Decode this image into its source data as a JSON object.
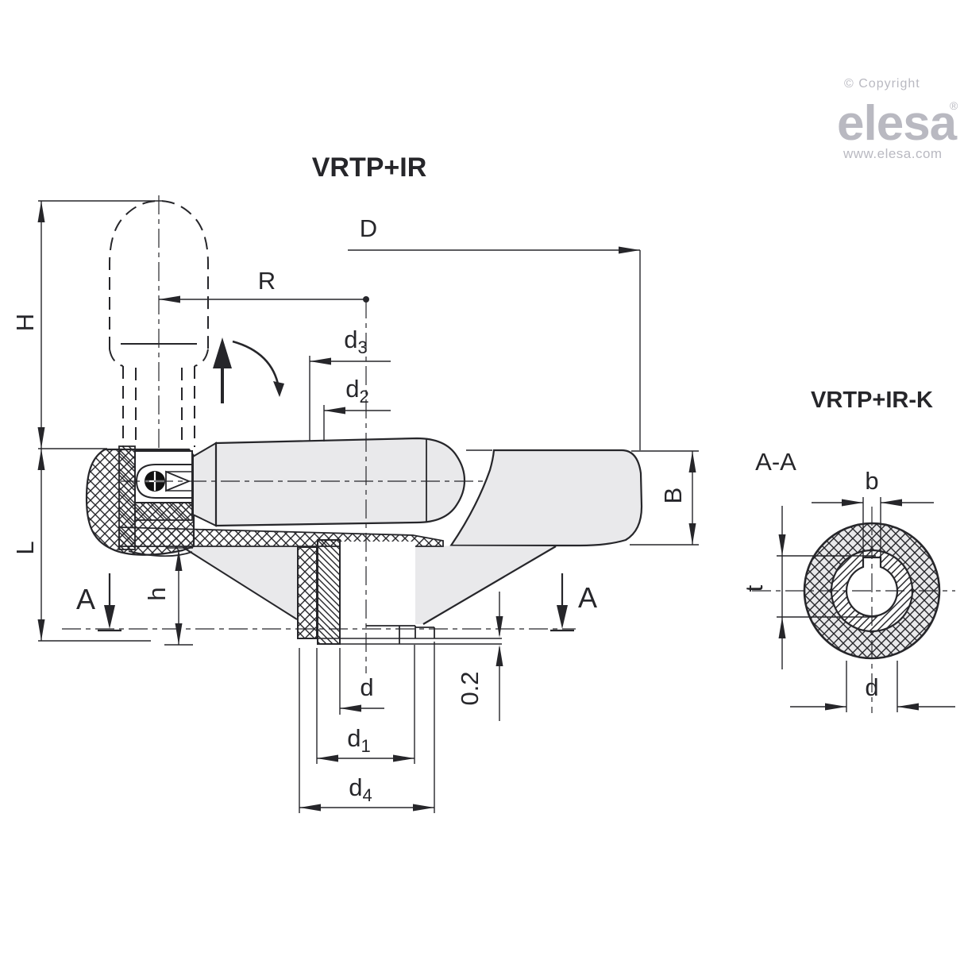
{
  "titles": {
    "main_view": "VRTP+IR",
    "k_view": "VRTP+IR-K",
    "section": "A-A"
  },
  "logo": {
    "copyright": "© Copyright",
    "brand": "elesa",
    "registered": "®",
    "website": "www.elesa.com"
  },
  "dimensions": {
    "main_view": {
      "H": "H",
      "L": "L",
      "R": "R",
      "D": "D",
      "d3_base": "d",
      "d3_sub": "3",
      "d2_base": "d",
      "d2_sub": "2",
      "section_left": "A",
      "section_right": "A",
      "h": "h",
      "B": "B",
      "d": "d",
      "d1_base": "d",
      "d1_sub": "1",
      "d4_base": "d",
      "d4_sub": "4",
      "clearance": "0.2"
    },
    "k_view": {
      "b": "b",
      "t": "t",
      "d": "d"
    }
  },
  "colors": {
    "line": "#26262a",
    "part_fill": "#e9e9eb",
    "logo_gray": "#b9b9c1",
    "background": "#ffffff"
  }
}
